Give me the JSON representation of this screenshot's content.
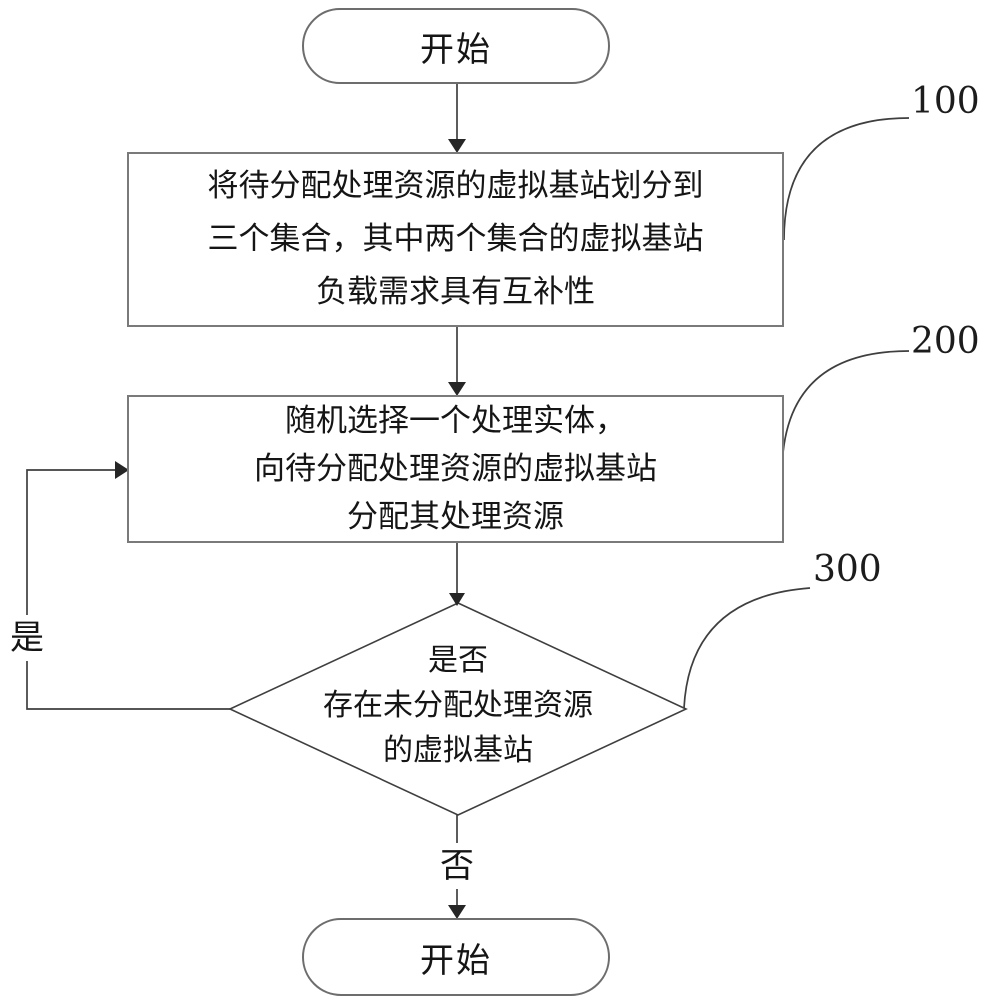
{
  "figure": {
    "type": "flowchart",
    "background_color": "#ffffff",
    "line_color": "#3f3f3f",
    "box_border_color": "#7a7a7a",
    "text_color": "#151515"
  },
  "flowchart": {
    "start": {
      "label": "开始"
    },
    "step_100": {
      "ref": "100",
      "lines": [
        "将待分配处理资源的虚拟基站划分到",
        "三个集合，其中两个集合的虚拟基站",
        "负载需求具有互补性"
      ]
    },
    "step_200": {
      "ref": "200",
      "lines": [
        "随机选择一个处理实体，",
        "向待分配处理资源的虚拟基站",
        "分配其处理资源"
      ]
    },
    "decision_300": {
      "ref": "300",
      "lines": [
        "是否",
        "存在未分配处理资源",
        "的虚拟基站"
      ]
    },
    "branch_yes": "是",
    "branch_no": "否",
    "end": {
      "label": "开始"
    }
  }
}
